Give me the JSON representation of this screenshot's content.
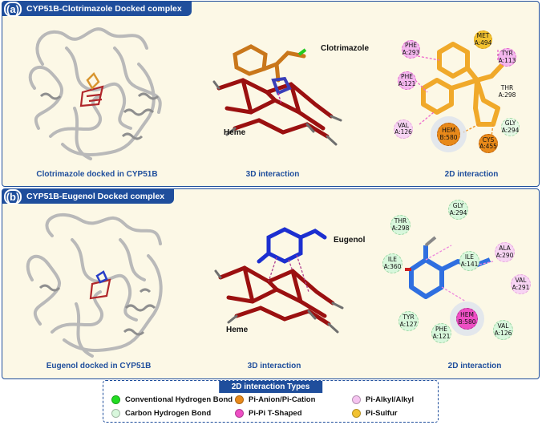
{
  "panel_a": {
    "letter": "(a)",
    "title": "CYP51B-Clotrimazole Docked complex",
    "caption_protein": "Clotrimazole docked in CYP51B",
    "caption_3d": "3D interaction",
    "caption_2d": "2D interaction",
    "ligand_label": "Clotrimazole",
    "heme_label": "Heme",
    "residues": [
      {
        "name": "PHE",
        "id": "A:293",
        "type": "pi-pi-t-shaped"
      },
      {
        "name": "MET",
        "id": "A:494",
        "type": "pi-sulfur"
      },
      {
        "name": "TYR",
        "id": "A:113",
        "type": "pi-pi-t-shaped"
      },
      {
        "name": "PHE",
        "id": "A:121",
        "type": "pi-pi-t-shaped"
      },
      {
        "name": "THR",
        "id": "A:298",
        "type": "none"
      },
      {
        "name": "VAL",
        "id": "A:126",
        "type": "pi-alkyl"
      },
      {
        "name": "HEM",
        "id": "B:580",
        "type": "pi-anion-cation"
      },
      {
        "name": "GLY",
        "id": "A:294",
        "type": "carbon-hydrogen"
      },
      {
        "name": "CYS",
        "id": "A:455",
        "type": "pi-anion-cation"
      }
    ]
  },
  "panel_b": {
    "letter": "(b)",
    "title": "CYP51B-Eugenol Docked complex",
    "caption_protein": "Eugenol docked in CYP51B",
    "caption_3d": "3D interaction",
    "caption_2d": "2D interaction",
    "ligand_label": "Eugenol",
    "heme_label": "Heme",
    "residues": [
      {
        "name": "THR",
        "id": "A:298",
        "type": "carbon-hydrogen"
      },
      {
        "name": "GLY",
        "id": "A:294",
        "type": "carbon-hydrogen"
      },
      {
        "name": "ILE",
        "id": "A:360",
        "type": "carbon-hydrogen"
      },
      {
        "name": "ILE",
        "id": "A:141",
        "type": "carbon-hydrogen"
      },
      {
        "name": "ALA",
        "id": "A:290",
        "type": "pi-alkyl"
      },
      {
        "name": "VAL",
        "id": "A:291",
        "type": "pi-alkyl"
      },
      {
        "name": "TYR",
        "id": "A:127",
        "type": "carbon-hydrogen"
      },
      {
        "name": "HEM",
        "id": "B:580",
        "type": "pi-pi-t-shaped"
      },
      {
        "name": "PHE",
        "id": "A:121",
        "type": "carbon-hydrogen"
      },
      {
        "name": "VAL",
        "id": "A:126",
        "type": "carbon-hydrogen"
      }
    ]
  },
  "legend": {
    "title": "2D interaction Types",
    "items": [
      {
        "label": "Conventional Hydrogen Bond",
        "color": "#22dd22"
      },
      {
        "label": "Pi-Anion/Pi-Cation",
        "color": "#e8891a"
      },
      {
        "label": "Pi-Alkyl/Alkyl",
        "color": "#f5c4f0"
      },
      {
        "label": "Carbon Hydrogen Bond",
        "color": "#d8f7dc"
      },
      {
        "label": "Pi-Pi T-Shaped",
        "color": "#ee4fc4"
      },
      {
        "label": "Pi-Sulfur",
        "color": "#f2c230"
      }
    ]
  }
}
